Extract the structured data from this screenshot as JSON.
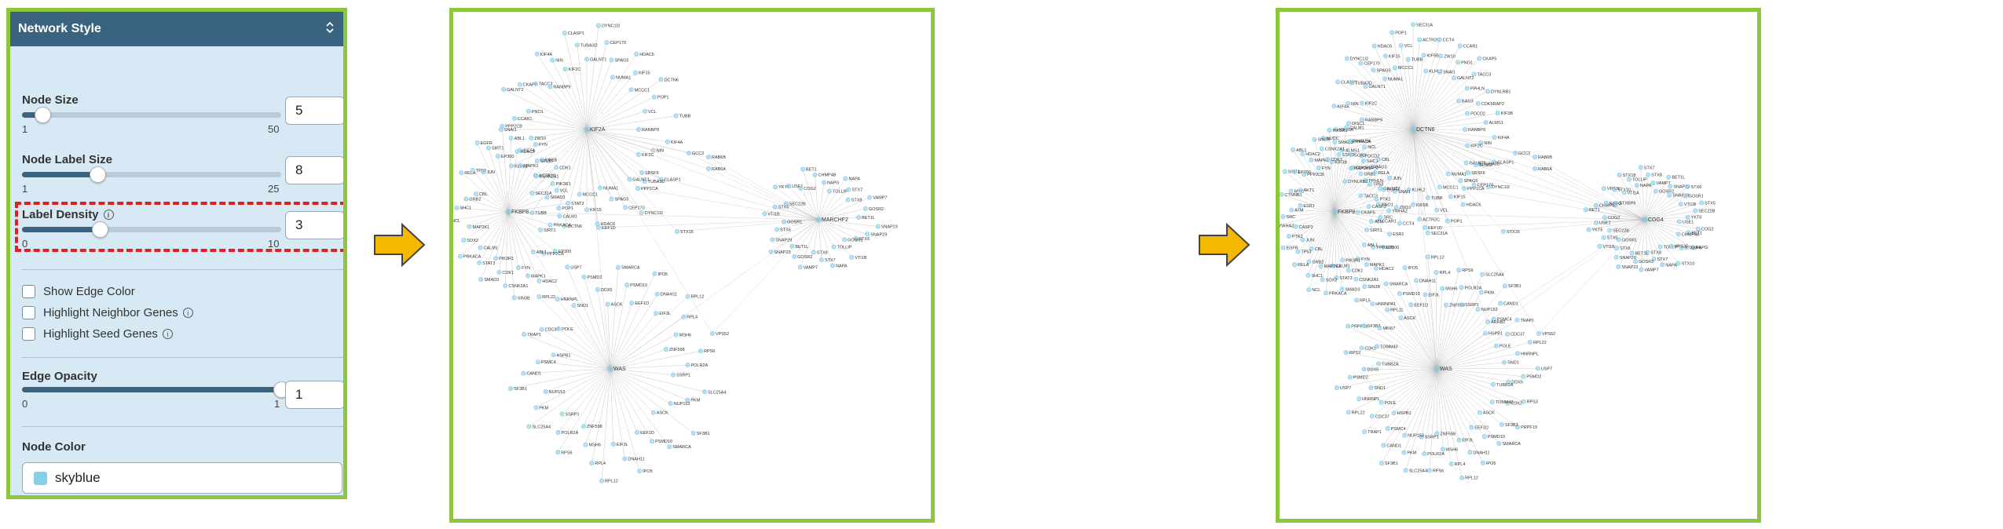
{
  "panel": {
    "title": "Network Style",
    "node_size": {
      "label": "Node Size",
      "min": "1",
      "max": "50",
      "value": "5",
      "fraction": 0.08
    },
    "node_label_size": {
      "label": "Node Label Size",
      "min": "1",
      "max": "25",
      "value": "8",
      "fraction": 0.29
    },
    "label_density": {
      "label": "Label Density",
      "min": "0",
      "max": "10",
      "value": "3",
      "fraction": 0.3
    },
    "checkboxes": [
      {
        "label": "Show Edge Color",
        "info": false
      },
      {
        "label": "Highlight Neighbor Genes",
        "info": true
      },
      {
        "label": "Highlight Seed Genes",
        "info": true
      }
    ],
    "edge_opacity": {
      "label": "Edge Opacity",
      "min": "0",
      "max": "1",
      "value": "1",
      "fraction": 1.0
    },
    "node_color": {
      "label": "Node Color",
      "value": "skyblue",
      "swatch": "#87ceeb"
    }
  },
  "colors": {
    "accent": "#8cc63f",
    "header": "#3a6380",
    "highlight": "#e02020",
    "node": "#87ceeb",
    "arrow": "#f5b800"
  },
  "graph_sparse": {
    "hubs": [
      {
        "name": "KIF2A",
        "labels": [
          "RANBP9",
          "KIF4A",
          "NIN",
          "KIF2C",
          "CLASP1",
          "TUBA3D",
          "GALNT1",
          "DYNC1I2",
          "CEP170",
          "SPAG5",
          "NUMA1",
          "HDAC6",
          "KIF15",
          "MCCC1",
          "DCTN6",
          "POP1",
          "VCL",
          "TUBB",
          "SEC31A",
          "ACTR2C",
          "KIF5B",
          "KLHL2",
          "CCT4",
          "ZW10",
          "SNAI1",
          "CCAR1",
          "PNO1",
          "GALNT2",
          "CKAP5",
          "TACC3"
        ]
      },
      {
        "name": "FKBP8",
        "labels": [
          "SIRT1",
          "EP300",
          "PPP2CB",
          "ABL1",
          "HDAC2",
          "MAPK1",
          "FYN",
          "SIN3B",
          "CSNK2A1",
          "CDK1",
          "PIK3R1",
          "SMAD3",
          "STAT3",
          "CALM1",
          "PRKACA",
          "SOX2",
          "MAP2K1",
          "NCL",
          "SHC1",
          "GRB2",
          "CBL",
          "RELA",
          "TP53",
          "JUN",
          "EGFR"
        ]
      },
      {
        "name": "WAS",
        "labels": [
          "ASCK",
          "SMARCA",
          "PSMD10",
          "EEF1D",
          "IPO5",
          "DNAH11",
          "EIF3L",
          "RPL12",
          "RPL4",
          "MSH6",
          "ZNF598",
          "RPS6",
          "POLR2A",
          "SSRP1",
          "SLC25A4",
          "PKM",
          "NUP153",
          "SF3B1",
          "CAND1",
          "PSMC4",
          "HSPB1",
          "TRAP1",
          "CDC37",
          "POLE",
          "RPL22",
          "HNRNPL",
          "SND1",
          "USP7",
          "PSMD2",
          "DDX5"
        ]
      },
      {
        "name": "MARCHF2",
        "labels": [
          "TOLLIP",
          "NAPA",
          "STX7",
          "STX8",
          "VAMP7",
          "GOSR2",
          "BET1L",
          "SNAP23",
          "SNAP29",
          "STX6",
          "GOSR1",
          "VTI1B",
          "STX5",
          "SEC22B",
          "YKT6",
          "USE1",
          "COG2",
          "BET1",
          "CHMP4B",
          "NAPG"
        ]
      }
    ],
    "bridges": [
      "STX16",
      "EEF1D",
      "VPS52",
      "GCC2",
      "RAB6B",
      "RAB6A",
      "SRSF6",
      "PPP1CA"
    ]
  },
  "graph_dense": {
    "hubs": [
      {
        "name": "DCTN6",
        "labels": [
          "RANBP9",
          "KIF4A",
          "NIN",
          "KIF2C",
          "CLASP1",
          "TUBA3D",
          "GALNT1",
          "DYNC1I2",
          "CEP170",
          "SPAG5",
          "NUMA1",
          "HDAC6",
          "KIF15",
          "MCCC1",
          "POP1",
          "VCL",
          "TUBB",
          "SEC31A",
          "ACTR2C",
          "KIF5B",
          "KLHL2",
          "CCT4",
          "ZW10",
          "SNAI1",
          "CCAR1",
          "PNO1",
          "GALNT2",
          "CKAP5",
          "TACC3",
          "PPHLN",
          "BAG3",
          "DYNLRB1",
          "CDK5RAP2",
          "PDCD2",
          "KIF3B",
          "ALMS1",
          "HAUS6",
          "NUDC",
          "KIF20A",
          "DISC1"
        ]
      },
      {
        "name": "FKBP8",
        "labels": [
          "SIRT1",
          "EP300",
          "PPP2CB",
          "ABL1",
          "HDAC2",
          "MAPK1",
          "FYN",
          "SIN3B",
          "CSNK2A1",
          "CDK1",
          "PIK3R1",
          "SMAD3",
          "STAT3",
          "CALM1",
          "PRKACA",
          "SOX2",
          "MAP2K1",
          "NCL",
          "SHC1",
          "GRB2",
          "CBL",
          "RELA",
          "TP53",
          "JUN",
          "EGFR",
          "PTK2",
          "CASP3",
          "YWHAZ",
          "SRC",
          "ATM",
          "ESR1",
          "CTNNB1",
          "MYC",
          "AKT1"
        ]
      },
      {
        "name": "WAS",
        "labels": [
          "ASCK",
          "SMARCA",
          "PSMD10",
          "EEF1D",
          "IPO5",
          "DNAH11",
          "EIF3L",
          "RPL12",
          "RPL4",
          "MSH6",
          "ZNF598",
          "RPS6",
          "POLR2A",
          "SSRP1",
          "SLC25A4",
          "PKM",
          "NUP153",
          "SF3B1",
          "CAND1",
          "PSMC4",
          "HSPB1",
          "TRAP1",
          "CDC37",
          "POLE",
          "RPL22",
          "HNRNPL",
          "SND1",
          "USP7",
          "PSMD2",
          "DDX5",
          "TUBB2A",
          "RPS3",
          "CDK2",
          "TOMM40",
          "PRPF19",
          "SF3B3",
          "MKI67",
          "RPL5",
          "HNRNPA1",
          "RPL11"
        ]
      },
      {
        "name": "COG4",
        "labels": [
          "TOLLIP",
          "NAPA",
          "STX7",
          "STX8",
          "VAMP7",
          "GOSR2",
          "BET1L",
          "SNAP23",
          "SNAP29",
          "STX6",
          "GOSR1",
          "VTI1B",
          "STX5",
          "SEC22B",
          "YKT6",
          "USE1",
          "COG2",
          "BET1",
          "CHMP4B",
          "NAPG",
          "STXBP6",
          "VPS36",
          "STX10",
          "VTI1A",
          "STX18"
        ]
      }
    ],
    "bridges": [
      "STX16",
      "EEF1D",
      "VPS52",
      "GCC2",
      "RAB6B",
      "RAB6A",
      "SRSF6",
      "PPP1CA",
      "SF3B3",
      "ARRB2"
    ]
  }
}
